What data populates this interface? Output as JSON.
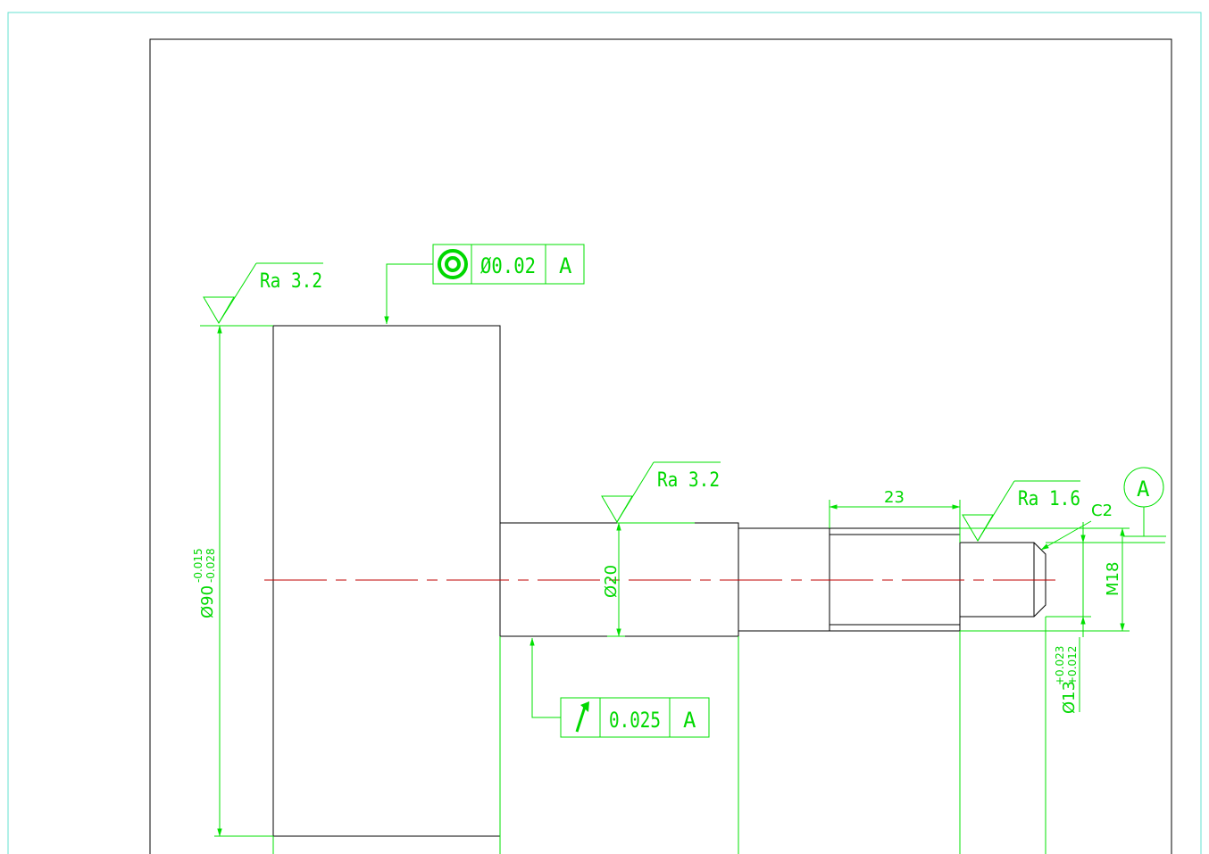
{
  "colors": {
    "part_lines": "#000000",
    "dimension_lines": "#00e000",
    "center_line": "#c00000",
    "sheet_border": "#66e0d0"
  },
  "surface_finish": {
    "large_diameter": "Ra 3.2",
    "mid_shaft": "Ra 3.2",
    "thread_end": "Ra 1.6"
  },
  "geometric_tolerances": {
    "concentricity": {
      "symbol": "concentricity-icon",
      "value": "Ø0.02",
      "datum": "A"
    },
    "runout": {
      "symbol": "circular-runout-icon",
      "value": "0.025",
      "datum": "A"
    }
  },
  "datum": {
    "label": "A"
  },
  "dimensions": {
    "large_diameter": {
      "base": "Ø90",
      "upper": "-0.015",
      "lower": "-0.028"
    },
    "mid_diameter": "Ø20",
    "thread_length": "23",
    "chamfer": "C2",
    "thread": "M18",
    "small_diameter": {
      "base": "Ø13",
      "upper": "+0.023",
      "lower": "+0.012"
    }
  }
}
